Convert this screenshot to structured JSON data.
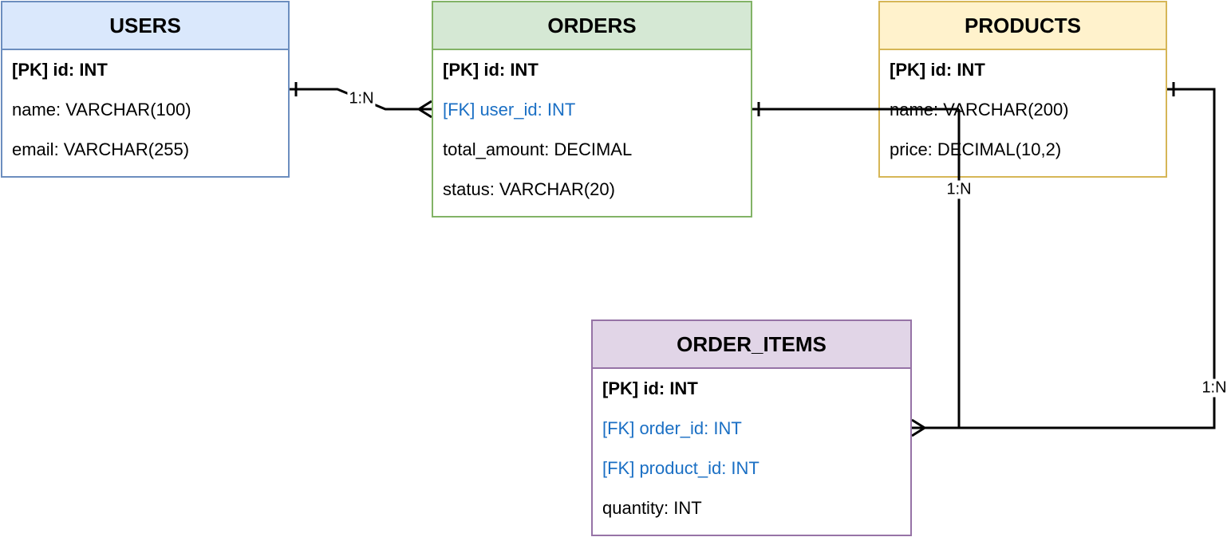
{
  "entities": {
    "users": {
      "title": "USERS",
      "rows": [
        "[PK] id: INT",
        "name: VARCHAR(100)",
        "email: VARCHAR(255)"
      ]
    },
    "orders": {
      "title": "ORDERS",
      "rows": [
        "[PK] id: INT",
        "[FK] user_id: INT",
        "total_amount: DECIMAL",
        "status: VARCHAR(20)"
      ]
    },
    "products": {
      "title": "PRODUCTS",
      "rows": [
        "[PK] id: INT",
        "name: VARCHAR(200)",
        "price: DECIMAL(10,2)"
      ]
    },
    "order_items": {
      "title": "ORDER_ITEMS",
      "rows": [
        "[PK] id: INT",
        "[FK] order_id: INT",
        "[FK] product_id: INT",
        "quantity: INT"
      ]
    }
  },
  "relations": {
    "users_orders": "1:N",
    "orders_items": "1:N",
    "products_items": "1:N"
  },
  "colors": {
    "users_fill": "#dae8fc",
    "users_stroke": "#6c8ebf",
    "orders_fill": "#d5e8d4",
    "orders_stroke": "#82b366",
    "products_fill": "#fff2cc",
    "products_stroke": "#d6b656",
    "items_fill": "#e1d5e7",
    "items_stroke": "#9673a6",
    "fk_text": "#1a6fc4"
  }
}
